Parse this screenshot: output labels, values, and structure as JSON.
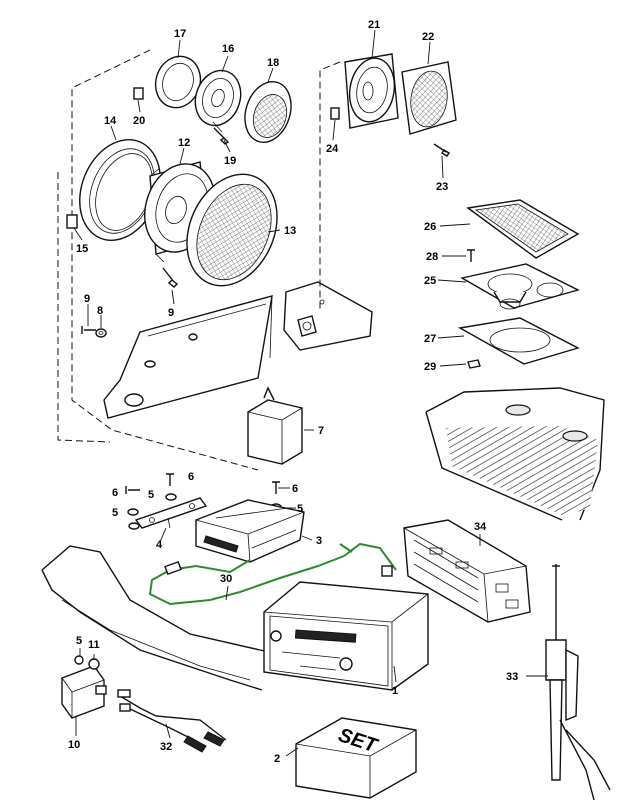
{
  "callouts": {
    "n1": "1",
    "n2": "2",
    "n3": "3",
    "n4": "4",
    "n5a": "5",
    "n5b": "5",
    "n5c": "5",
    "n5d": "5",
    "n6a": "6",
    "n6b": "6",
    "n6c": "6",
    "n7": "7",
    "n8": "8",
    "n9a": "9",
    "n9b": "9",
    "n10": "10",
    "n11": "11",
    "n12": "12",
    "n13": "13",
    "n14": "14",
    "n15": "15",
    "n16": "16",
    "n17": "17",
    "n18": "18",
    "n19": "19",
    "n20": "20",
    "n21": "21",
    "n22": "22",
    "n23": "23",
    "n24": "24",
    "n25": "25",
    "n26": "26",
    "n27": "27",
    "n28": "28",
    "n29": "29",
    "n30": "30",
    "n32": "32",
    "n33": "33",
    "n34": "34"
  },
  "set_box_label": "SET",
  "colors": {
    "cable": "#2e8a2e",
    "line": "#111111",
    "paper": "#ffffff"
  }
}
